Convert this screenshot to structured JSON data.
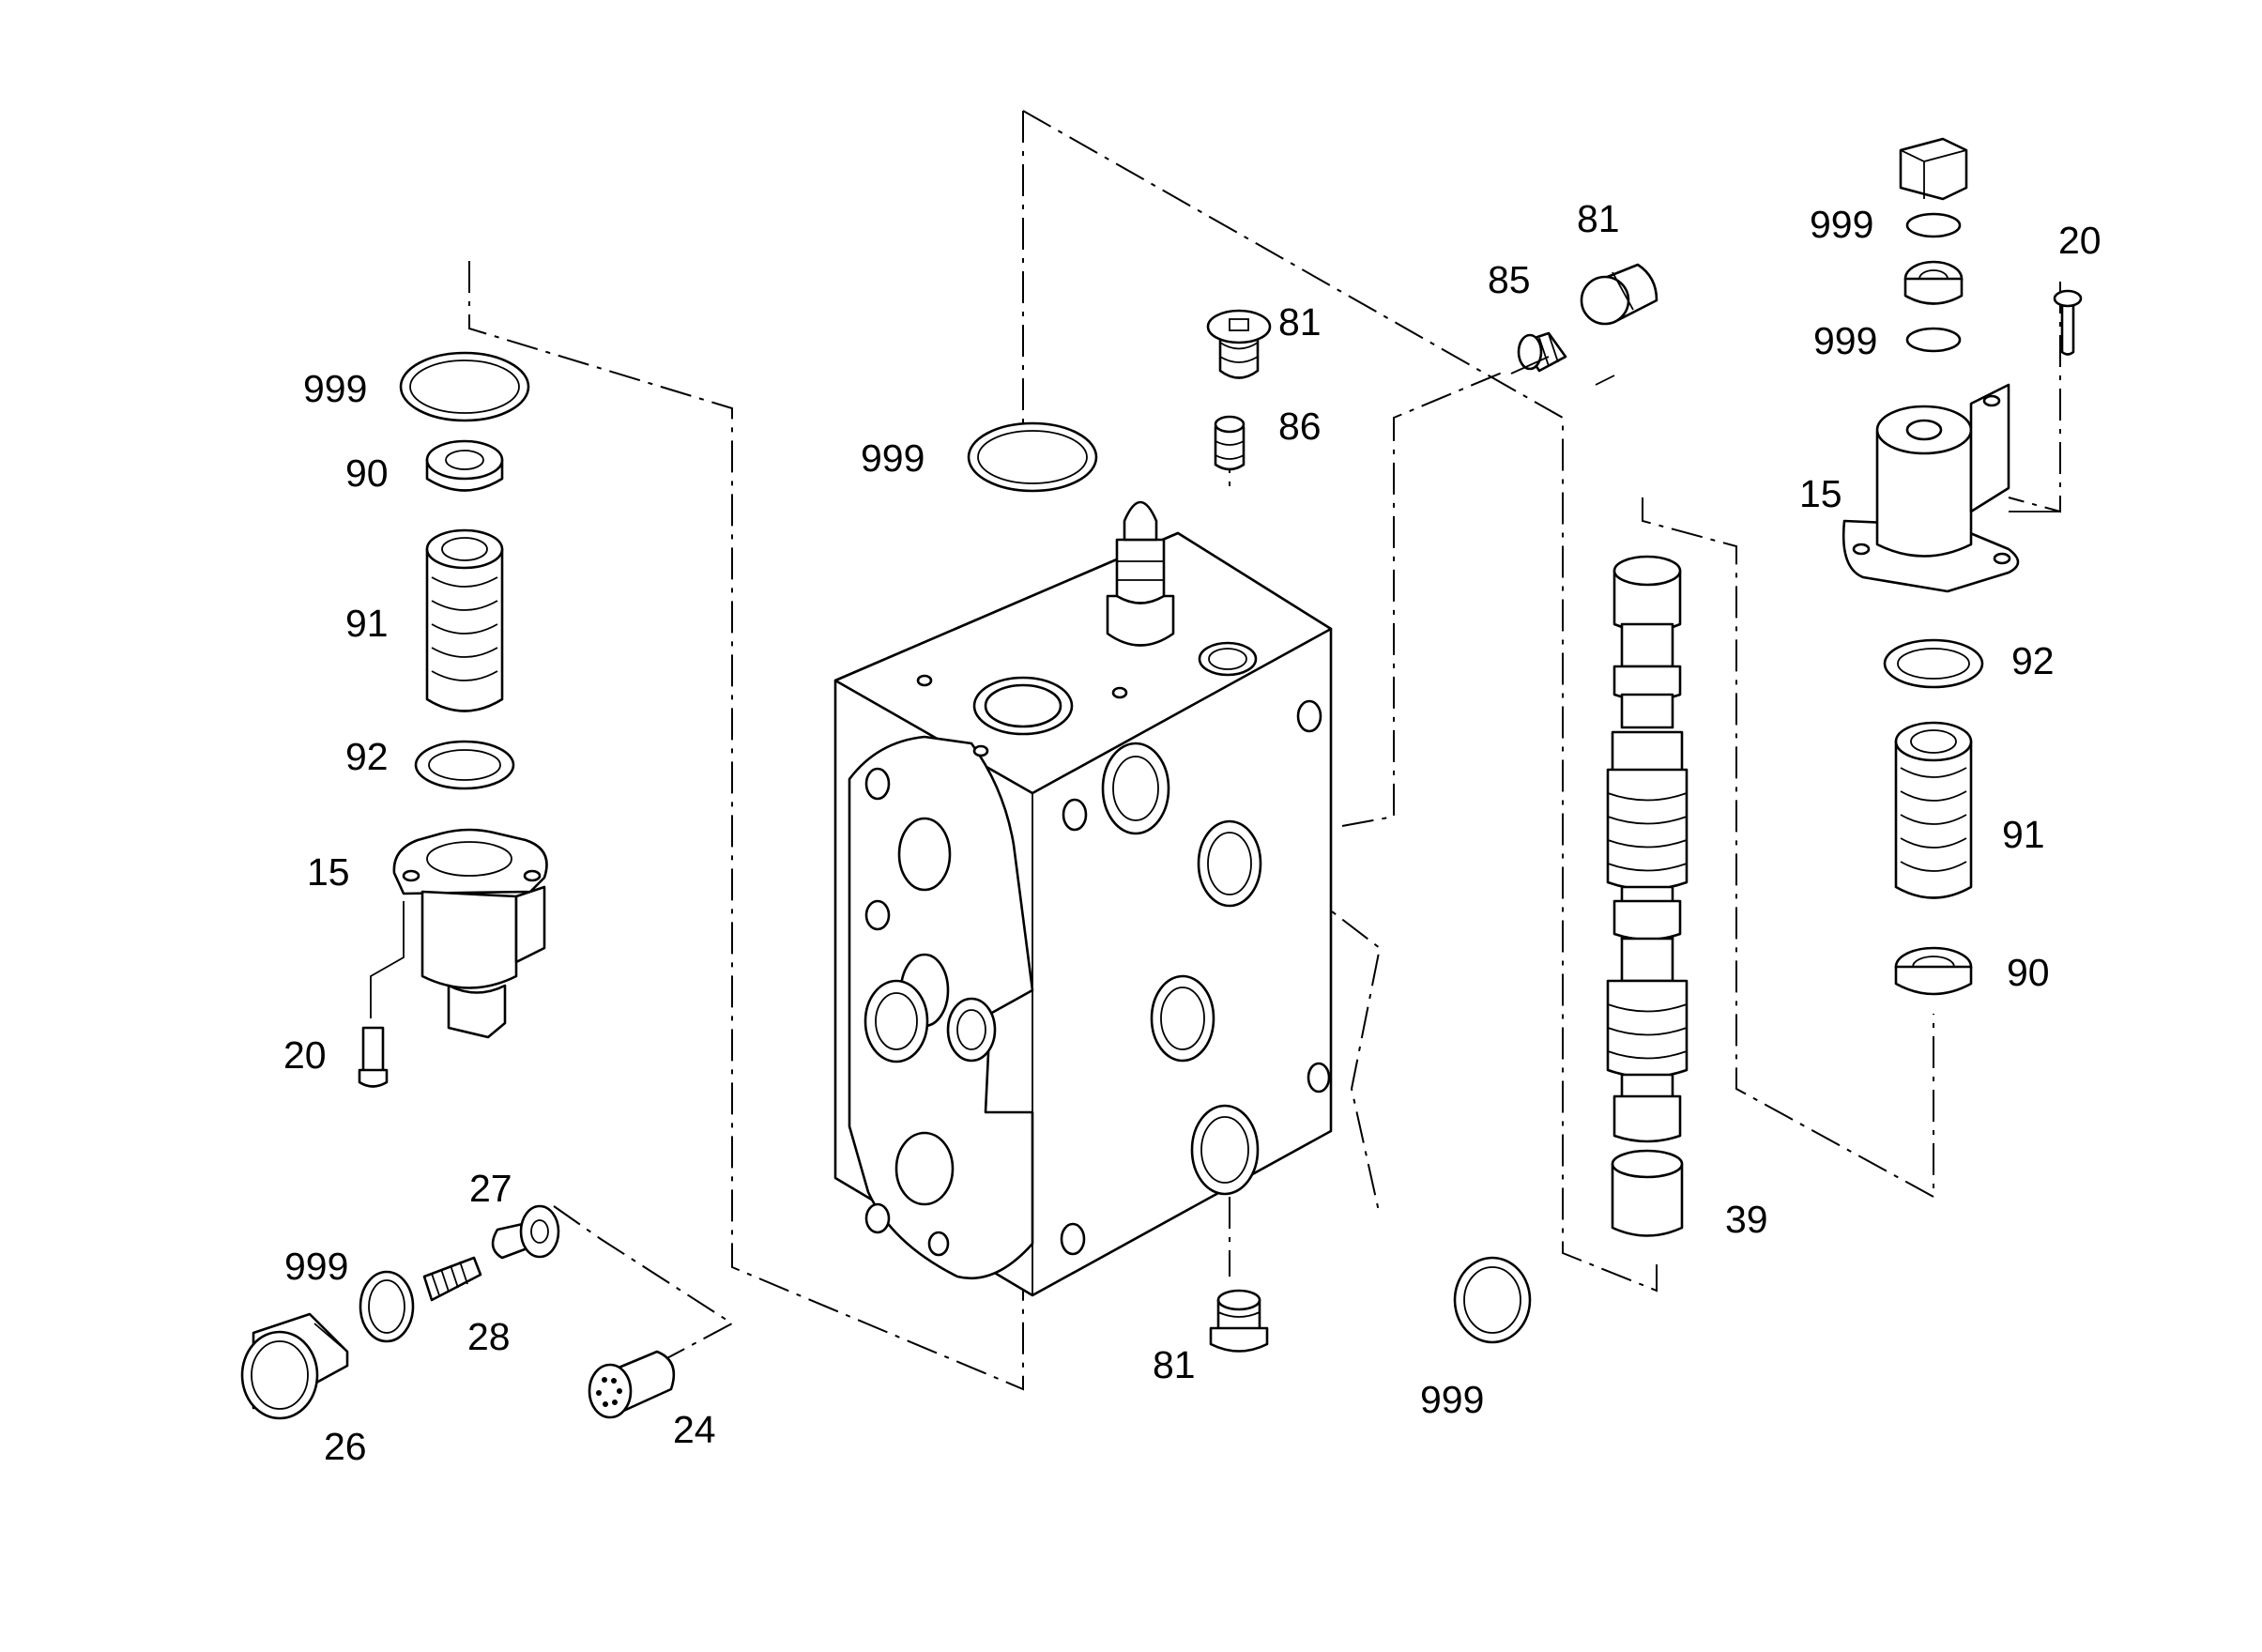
{
  "colors": {
    "line": "#000000",
    "background": "#ffffff"
  },
  "callouts": {
    "left": {
      "oring": "999",
      "cap": "90",
      "spring": "91",
      "washer": "92",
      "housing": "15",
      "screw": "20"
    },
    "bottom": {
      "poppet": "27",
      "oring": "999",
      "spring": "28",
      "plug": "26",
      "damper": "24"
    },
    "center": {
      "oring_top": "999",
      "plug_top": "81",
      "orifice": "86",
      "plug_bottom": "81",
      "oring_right": "999"
    },
    "spool": {
      "plug": "81",
      "orifice": "85",
      "spool": "39"
    },
    "right": {
      "oring_top": "999",
      "oring_mid": "999",
      "screw": "20",
      "housing": "15",
      "washer": "92",
      "spring": "91",
      "cap": "90"
    }
  }
}
